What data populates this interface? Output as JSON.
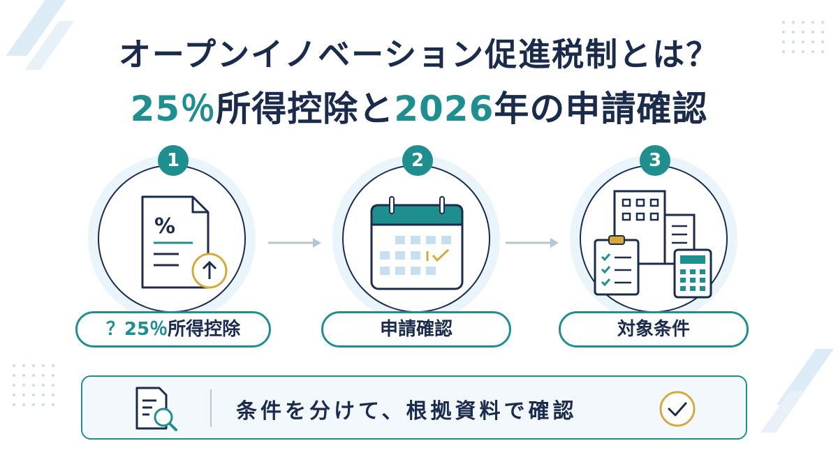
{
  "title": {
    "line1": "オープンイノベーション促進税制とは？",
    "line2_part1": "25％",
    "line2_part2": "所得控除と",
    "line2_part3": "2026",
    "line2_part4": "年の申請確認"
  },
  "steps": [
    {
      "number": "1",
      "label_prefix": "？25％",
      "label_rest": "所得控除",
      "icon": "tax-document-icon"
    },
    {
      "number": "2",
      "label": "申請確認",
      "icon": "calendar-icon"
    },
    {
      "number": "3",
      "label": "対象条件",
      "icon": "building-checklist-calculator-icon"
    }
  ],
  "banner": {
    "text": "条件を分けて、根拠資料で確認",
    "left_icon": "document-search-icon",
    "right_icon": "check-circle-icon"
  },
  "icon_glyphs": {
    "percent": "%"
  },
  "colors": {
    "navy": "#1b2b4b",
    "teal": "#1f8e8e",
    "gold": "#d6a93a",
    "light_blue": "#eaf4fb"
  }
}
